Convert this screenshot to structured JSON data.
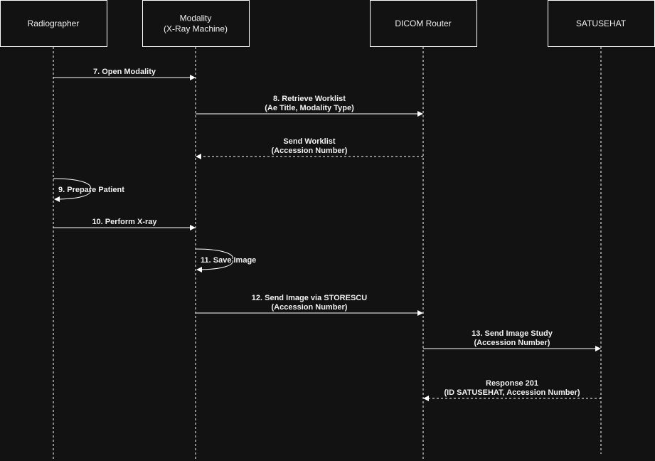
{
  "colors": {
    "background": "#121212",
    "stroke": "#ffffff",
    "text": "#f0f0f0"
  },
  "actors": [
    {
      "id": "radiographer",
      "lines": [
        "Radiographer"
      ]
    },
    {
      "id": "modality",
      "lines": [
        "Modality",
        "(X-Ray Machine)"
      ]
    },
    {
      "id": "dicom-router",
      "lines": [
        "DICOM Router"
      ]
    },
    {
      "id": "satusehat",
      "lines": [
        "SATUSEHAT"
      ]
    }
  ],
  "messages": [
    {
      "from": 0,
      "to": 1,
      "type": "sync",
      "lines": [
        "7. Open Modality"
      ]
    },
    {
      "from": 1,
      "to": 2,
      "type": "sync",
      "lines": [
        "8. Retrieve Worklist",
        "(Ae Title, Modality Type)"
      ]
    },
    {
      "from": 2,
      "to": 1,
      "type": "return",
      "lines": [
        "Send Worklist",
        "(Accession Number)"
      ]
    },
    {
      "from": 0,
      "to": 0,
      "type": "self",
      "lines": [
        "9. Prepare Patient"
      ]
    },
    {
      "from": 0,
      "to": 1,
      "type": "sync",
      "lines": [
        "10. Perform X-ray"
      ]
    },
    {
      "from": 1,
      "to": 1,
      "type": "self",
      "lines": [
        "11. Save Image"
      ]
    },
    {
      "from": 1,
      "to": 2,
      "type": "sync",
      "lines": [
        "12. Send Image via STORESCU",
        "(Accession Number)"
      ]
    },
    {
      "from": 2,
      "to": 3,
      "type": "sync",
      "lines": [
        "13. Send Image Study",
        "(Accession Number)"
      ]
    },
    {
      "from": 3,
      "to": 2,
      "type": "return",
      "lines": [
        "Response 201",
        "(ID SATUSEHAT, Accession Number)"
      ]
    }
  ]
}
